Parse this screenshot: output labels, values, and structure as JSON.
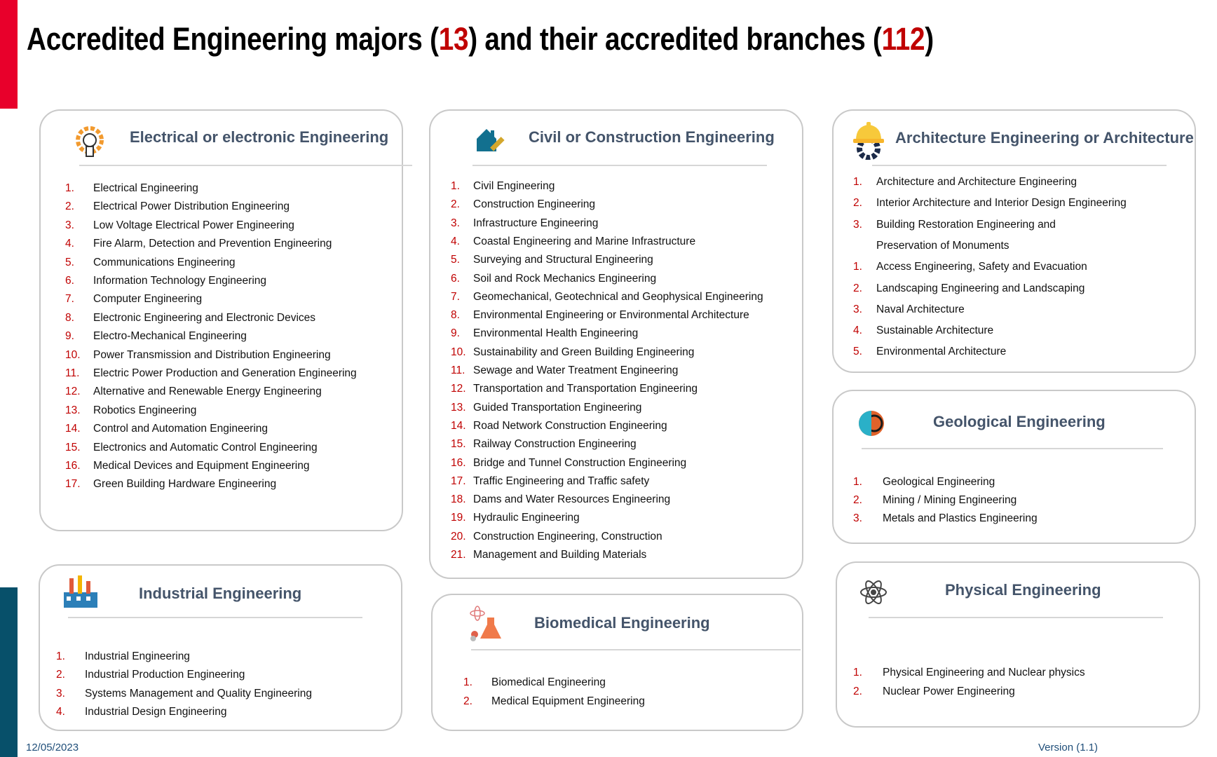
{
  "title": {
    "prefix": "Accredited Engineering majors (",
    "majors": "13",
    "middle": ") and their accredited branches (",
    "branches": "112",
    "suffix": ")"
  },
  "colors": {
    "accent_red": "#c00000",
    "bar_red": "#e8002b",
    "bar_teal": "#07506a",
    "heading": "#44546a"
  },
  "boxes": [
    {
      "id": "electrical",
      "icon": "lightbulb-gear-icon",
      "title": "Electrical or electronic Engineering",
      "items": [
        {
          "n": "1.",
          "t": "Electrical Engineering"
        },
        {
          "n": "2.",
          "t": "Electrical Power Distribution Engineering"
        },
        {
          "n": "3.",
          "t": "Low Voltage Electrical Power Engineering"
        },
        {
          "n": "4.",
          "t": "Fire Alarm, Detection and Prevention Engineering"
        },
        {
          "n": "5.",
          "t": "Communications Engineering"
        },
        {
          "n": "6.",
          "t": "Information Technology Engineering"
        },
        {
          "n": "7.",
          "t": "Computer Engineering"
        },
        {
          "n": "8.",
          "t": "Electronic Engineering and Electronic Devices"
        },
        {
          "n": "9.",
          "t": "Electro-Mechanical Engineering"
        },
        {
          "n": "10.",
          "t": "Power Transmission and Distribution Engineering"
        },
        {
          "n": "11.",
          "t": "Electric Power Production and Generation Engineering"
        },
        {
          "n": "12.",
          "t": "Alternative and Renewable Energy Engineering"
        },
        {
          "n": "13.",
          "t": "Robotics Engineering"
        },
        {
          "n": "14.",
          "t": "Control and Automation Engineering"
        },
        {
          "n": "15.",
          "t": "Electronics and Automatic Control Engineering"
        },
        {
          "n": "16.",
          "t": "Medical Devices and Equipment Engineering"
        },
        {
          "n": "17.",
          "t": "Green Building Hardware Engineering"
        }
      ]
    },
    {
      "id": "civil",
      "icon": "house-ruler-icon",
      "title": "Civil or Construction Engineering",
      "items": [
        {
          "n": "1.",
          "t": "Civil Engineering"
        },
        {
          "n": "2.",
          "t": "Construction Engineering"
        },
        {
          "n": "3.",
          "t": "Infrastructure Engineering"
        },
        {
          "n": "4.",
          "t": "Coastal Engineering and Marine Infrastructure"
        },
        {
          "n": "5.",
          "t": "Surveying and Structural Engineering"
        },
        {
          "n": "6.",
          "t": "Soil and Rock Mechanics Engineering"
        },
        {
          "n": "7.",
          "t": "Geomechanical, Geotechnical and Geophysical Engineering"
        },
        {
          "n": "8.",
          "t": "Environmental Engineering or Environmental Architecture"
        },
        {
          "n": "9.",
          "t": "Environmental Health Engineering"
        },
        {
          "n": "10.",
          "t": "Sustainability and Green Building Engineering"
        },
        {
          "n": "11.",
          "t": "Sewage and Water Treatment Engineering"
        },
        {
          "n": "12.",
          "t": "Transportation and Transportation Engineering"
        },
        {
          "n": "13.",
          "t": "Guided Transportation Engineering"
        },
        {
          "n": "14.",
          "t": "Road Network Construction Engineering"
        },
        {
          "n": "15.",
          "t": "Railway Construction Engineering"
        },
        {
          "n": "16.",
          "t": "Bridge and Tunnel Construction Engineering"
        },
        {
          "n": "17.",
          "t": "Traffic Engineering and Traffic safety"
        },
        {
          "n": "18.",
          "t": "Dams and Water Resources Engineering"
        },
        {
          "n": "19.",
          "t": "Hydraulic Engineering"
        },
        {
          "n": "20.",
          "t": "Construction Engineering, Construction"
        },
        {
          "n": "21.",
          "t": "Management and Building Materials"
        }
      ]
    },
    {
      "id": "architecture",
      "icon": "hardhat-gear-icon",
      "title": "Architecture Engineering or Architecture",
      "items": [
        {
          "n": "1.",
          "t": "Architecture and Architecture Engineering"
        },
        {
          "n": "2.",
          "t": "Interior Architecture and Interior Design Engineering"
        },
        {
          "n": "3.",
          "t": "Building Restoration Engineering and"
        },
        {
          "n": "",
          "t": "Preservation of Monuments"
        },
        {
          "n": "1.",
          "t": "Access Engineering, Safety and Evacuation"
        },
        {
          "n": "2.",
          "t": "Landscaping Engineering and Landscaping"
        },
        {
          "n": "3.",
          "t": "Naval Architecture"
        },
        {
          "n": "4.",
          "t": "Sustainable Architecture"
        },
        {
          "n": "5.",
          "t": "Environmental Architecture"
        }
      ]
    },
    {
      "id": "geological",
      "icon": "globe-icon",
      "title": "Geological Engineering",
      "items": [
        {
          "n": "1.",
          "t": "Geological Engineering"
        },
        {
          "n": "2.",
          "t": "Mining / Mining Engineering"
        },
        {
          "n": "3.",
          "t": "Metals and Plastics Engineering"
        }
      ]
    },
    {
      "id": "industrial",
      "icon": "factory-icon",
      "title": "Industrial Engineering",
      "items": [
        {
          "n": "1.",
          "t": "Industrial Engineering"
        },
        {
          "n": "2.",
          "t": "Industrial Production Engineering"
        },
        {
          "n": "3.",
          "t": "Systems Management and Quality Engineering"
        },
        {
          "n": "4.",
          "t": "Industrial Design Engineering"
        }
      ]
    },
    {
      "id": "biomedical",
      "icon": "flask-atom-icon",
      "title": "Biomedical Engineering",
      "items": [
        {
          "n": "1.",
          "t": "Biomedical Engineering"
        },
        {
          "n": "2.",
          "t": "Medical Equipment Engineering"
        }
      ]
    },
    {
      "id": "physical",
      "icon": "atom-icon",
      "title": "Physical Engineering",
      "items": [
        {
          "n": "1.",
          "t": "Physical Engineering and Nuclear physics"
        },
        {
          "n": "2.",
          "t": "Nuclear Power Engineering"
        }
      ]
    }
  ],
  "footer": {
    "date": "12/05/2023",
    "version": "Version (1.1)"
  }
}
